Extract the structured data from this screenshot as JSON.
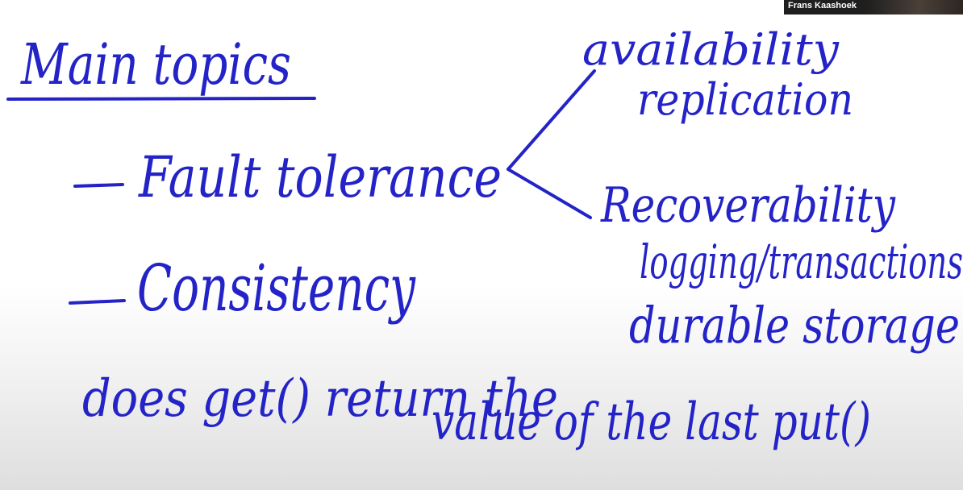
{
  "participant": {
    "name": "Frans Kaashoek"
  },
  "whiteboard": {
    "ink_color": "#2323c8",
    "title": "Main topics",
    "fault_tolerance": "Fault tolerance",
    "consistency": "Consistency",
    "availability": "availability",
    "replication": "replication",
    "recoverability": "Recoverability",
    "logging": "logging/transactions",
    "durable": "durable storage",
    "question_line1": "does get() return the",
    "question_line2": "value of the last put()"
  }
}
